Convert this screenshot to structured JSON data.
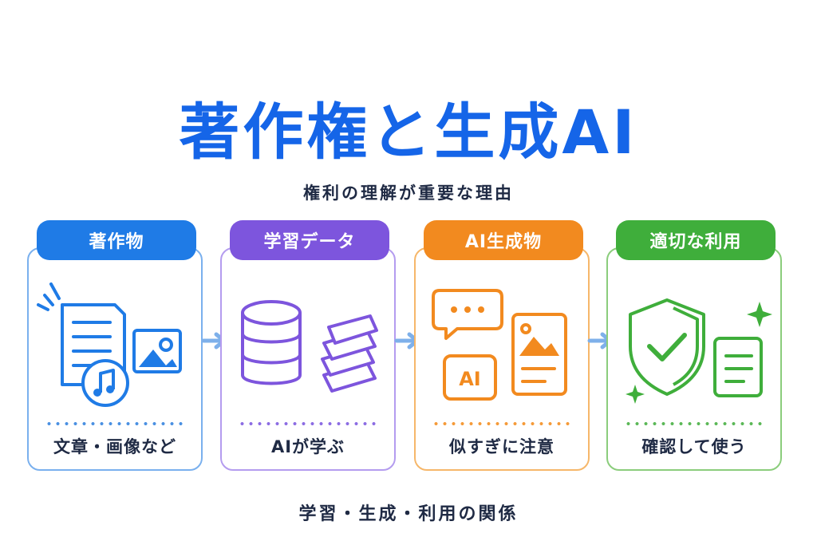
{
  "title": "著作権と生成AI",
  "subtitle": "権利の理解が重要な理由",
  "footer": "学習・生成・利用の関係",
  "steps": [
    {
      "header": "著作物",
      "caption": "文章・画像など",
      "color": "#1f7be6"
    },
    {
      "header": "学習データ",
      "caption": "AIが学ぶ",
      "color": "#7d55dd"
    },
    {
      "header": "AI生成物",
      "caption": "似すぎに注意",
      "color": "#f28a1f",
      "icon_text": "AI"
    },
    {
      "header": "適切な利用",
      "caption": "確認して使う",
      "color": "#3fae3b"
    }
  ],
  "icons": [
    "document-icon",
    "image-icon",
    "music-icon",
    "database-icon",
    "books-icon",
    "chat-bubble-icon",
    "ai-badge-icon",
    "generated-image-icon",
    "shield-check-icon",
    "checklist-icon",
    "sparkle-icon",
    "arrow-right-icon"
  ]
}
